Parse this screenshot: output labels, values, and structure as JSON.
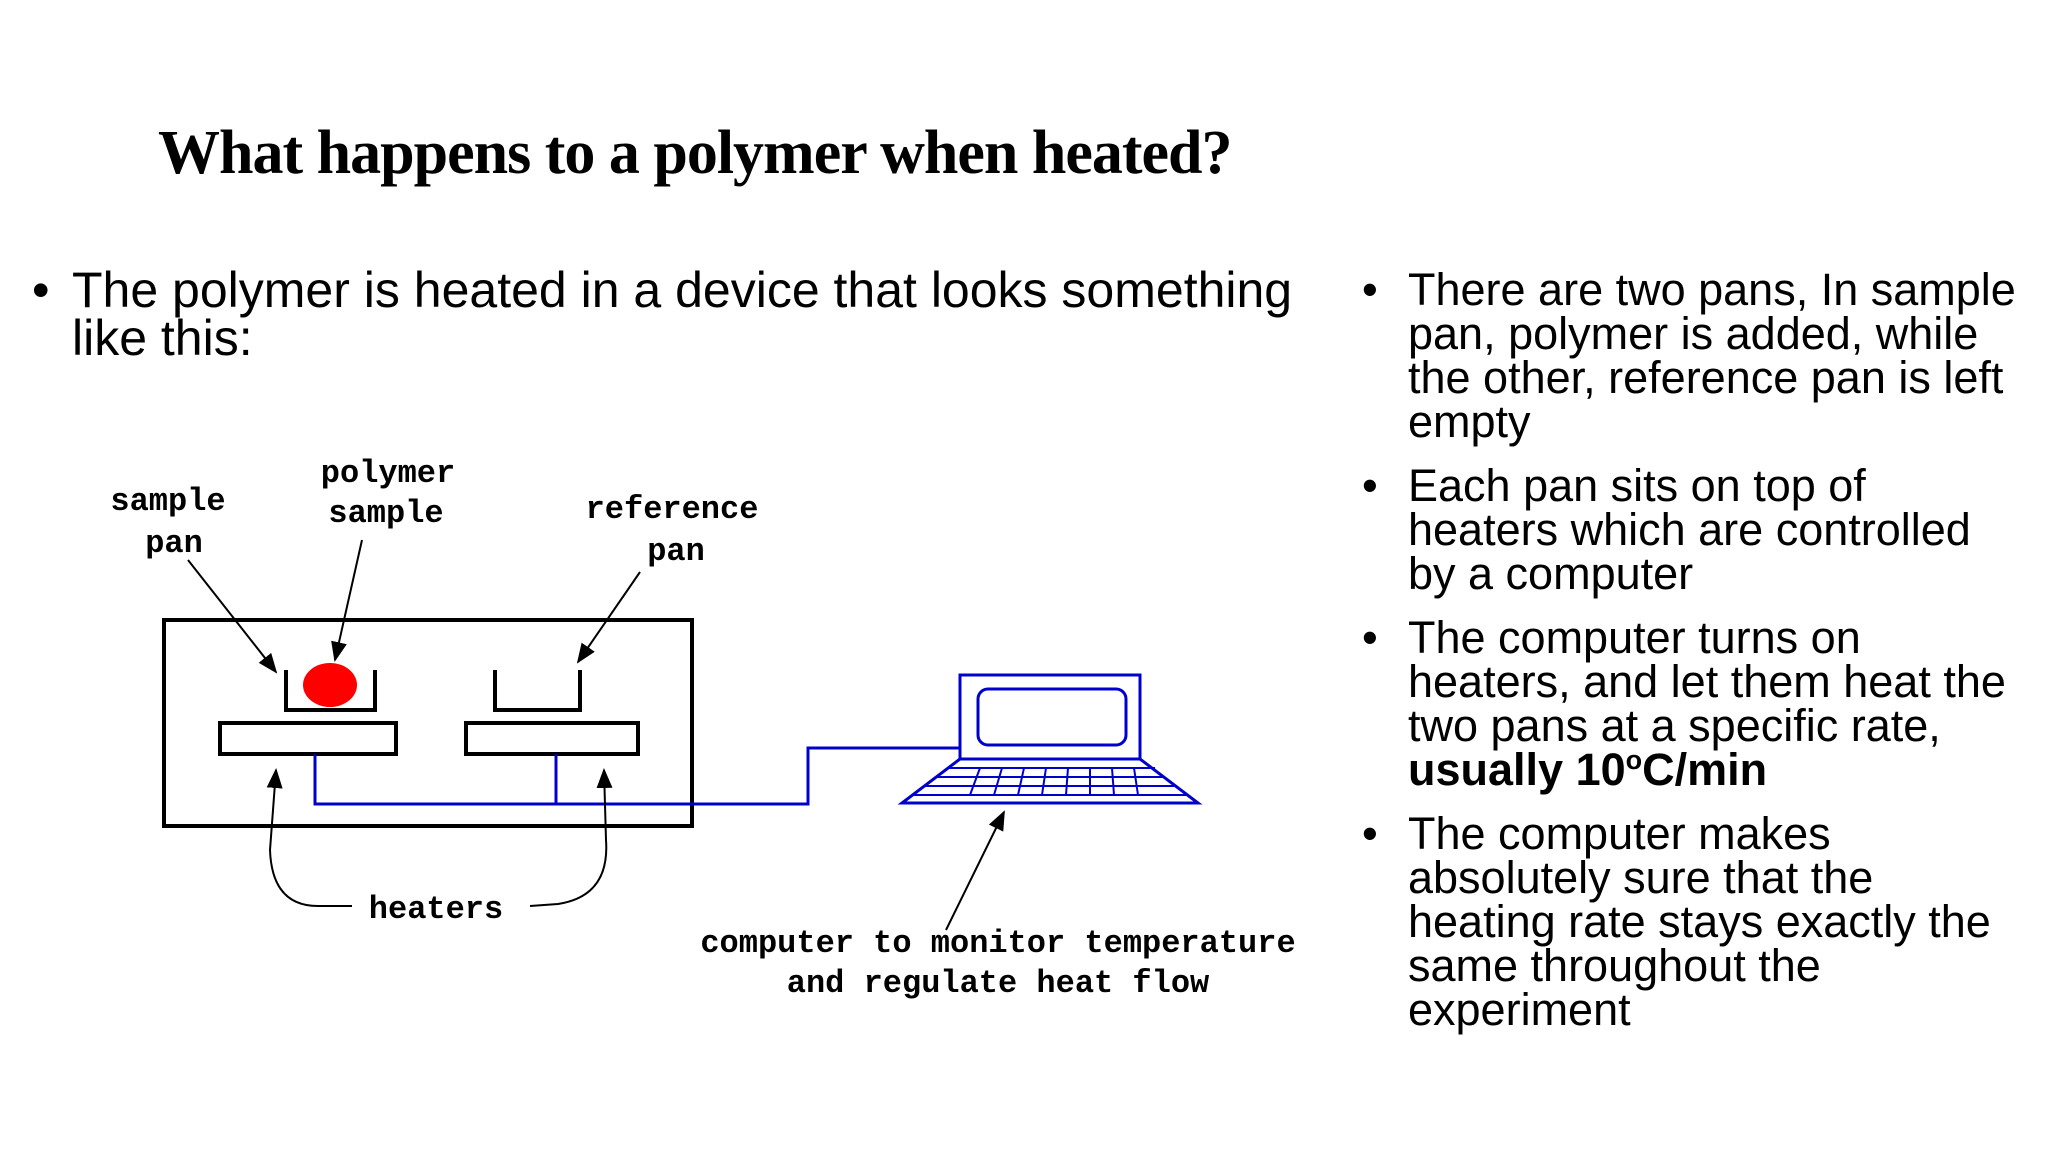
{
  "title": "What happens to a polymer when heated?",
  "left_bullet": "The polymer is heated in a device that looks something like this:",
  "right_bullets": [
    "There are two pans, In sample pan, polymer is added, while the other, reference pan is left empty",
    "Each pan sits on top of heaters which are controlled by a computer",
    "The computer makes absolutely sure that the heating rate stays exactly the same throughout the experiment"
  ],
  "rate_bullet": {
    "text": "The computer turns on heaters, and let them heat the two pans at a specific rate, ",
    "bold_prefix": "usually 10",
    "superscript": "o",
    "bold_suffix": "C/min"
  },
  "diagram": {
    "label_sample_pan_line1": "sample",
    "label_sample_pan_line2": "pan",
    "label_polymer_line1": "polymer",
    "label_polymer_line2": "sample",
    "label_reference_line1": "reference",
    "label_reference_line2": "pan",
    "label_heaters": "heaters",
    "label_computer_line1": "computer to monitor temperature",
    "label_computer_line2": "and regulate heat flow",
    "colors": {
      "sample": "#ff0000",
      "wire": "#0000cc",
      "outline": "#000000"
    }
  }
}
